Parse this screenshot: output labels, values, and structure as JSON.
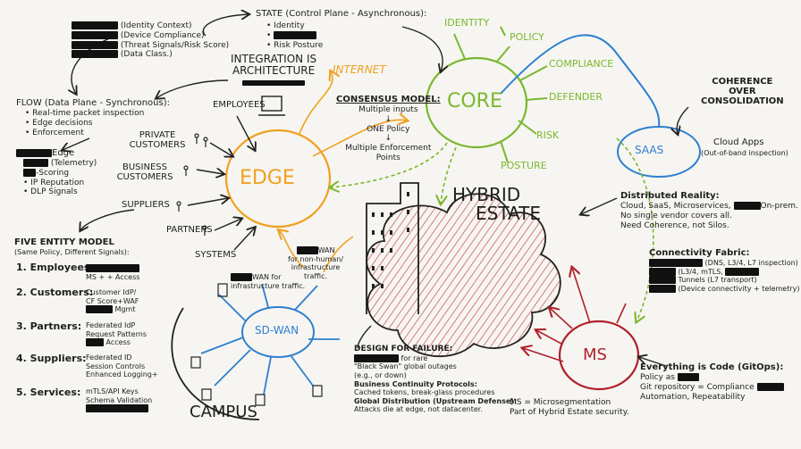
{
  "identity_items": [
    {
      "redacted": true,
      "text": "(Identity Context)"
    },
    {
      "redacted": true,
      "text": "(Device Compliance)"
    },
    {
      "redacted": true,
      "text": "(Threat Signals/Risk Score)"
    },
    {
      "redacted": true,
      "text": "(Data Class.)"
    }
  ],
  "state": {
    "title": "STATE (Control Plane - Asynchronous):",
    "items": [
      "• Identity",
      "•",
      "• Risk Posture"
    ]
  },
  "integration": {
    "line1": "INTEGRATION IS",
    "line2": "ARCHITECTURE"
  },
  "internet": "INTERNET",
  "flow": {
    "title": "FLOW (Data Plane - Synchronous):",
    "items": [
      "• Real-time packet inspection",
      "• Edge decisions",
      "• Enforcement"
    ]
  },
  "edge_signals": {
    "title_suffix": "Edge",
    "items": [
      "(Telemetry)",
      "-Scoring",
      "• IP Reputation",
      "• DLP Signals"
    ]
  },
  "entities": [
    "EMPLOYEES",
    "PRIVATE CUSTOMERS",
    "BUSINESS CUSTOMERS",
    "SUPPLIERS",
    "PARTNERS",
    "SYSTEMS"
  ],
  "edge": "EDGE",
  "core": "CORE",
  "consensus": {
    "title": "CONSENSUS MODEL:",
    "line1": "Multiple inputs",
    "line2": "ONE Policy",
    "line3": "Multiple Enforcement",
    "line4": "Points"
  },
  "core_spokes": [
    "IDENTITY",
    "POLICY",
    "COMPLIANCE",
    "DEFENDER",
    "RISK",
    "POSTURE"
  ],
  "coherence": {
    "line1": "COHERENCE",
    "line2": "OVER",
    "line3": "CONSOLIDATION"
  },
  "saas": {
    "label": "SAAS",
    "title": "Cloud Apps",
    "sub": "(Out-of-band inspection)"
  },
  "hybrid": {
    "line1": "HYBRID",
    "line2": "ESTATE"
  },
  "distributed": {
    "title": "Distributed Reality:",
    "line1a": "Cloud, SaaS, Microservices,",
    "line1b": "On-prem.",
    "line2": "No single vendor covers all.",
    "line3": "Need Coherence, not Silos."
  },
  "five_entity": {
    "title": "FIVE ENTITY MODEL",
    "subtitle": "(Same Policy, Different Signals):",
    "rows": [
      {
        "label": "1. Employees:",
        "lines": [
          "",
          "MS + + Access"
        ]
      },
      {
        "label": "2. Customers:",
        "lines": [
          "Customer IdP/",
          "CF Score+WAF",
          "Mgmt"
        ]
      },
      {
        "label": "3. Partners:",
        "lines": [
          "Federated IdP",
          "Request Patterns",
          "Access"
        ]
      },
      {
        "label": "4. Suppliers:",
        "lines": [
          "Federated ID",
          "Session Controls",
          "Enhanced Logging+"
        ]
      },
      {
        "label": "5. Services:",
        "lines": [
          "mTLS/API Keys",
          "Schema Validation",
          ""
        ]
      }
    ]
  },
  "wan1": {
    "line1": "WAN",
    "line2": "for non-human/",
    "line3": "infrastructure",
    "line4": "traffic."
  },
  "wan2": {
    "line1": "WAN for",
    "line2": "infrastructure traffic."
  },
  "sdwan": "SD-WAN",
  "campus": "CAMPUS",
  "connectivity": {
    "title": "Connectivity Fabric:",
    "items": [
      "(DNS, L3/4, L7 inspection)",
      "(L3/4, mTLS,",
      "Tunnels (L7 transport)",
      "(Device connectivity + telemetry)"
    ]
  },
  "ms": "MS",
  "design_failure": {
    "title": "DESIGN FOR FAILURE:",
    "line1": "for rare",
    "line2": "\"Black Swan\" global outages",
    "line3": "(e.g., or down)",
    "bcp_title": "Business Continuity Protocols:",
    "bcp_line": "Cached tokens, break-glass procedures",
    "gd_title": "Global Distribution (Upstream Defense):",
    "gd_line": "Attacks die at edge, not datacenter."
  },
  "ms_def": {
    "line1": "MS = Microsegmentation",
    "line2": "Part of Hybrid Estate security."
  },
  "everything_code": {
    "title": "Everything is Code (GitOps):",
    "line1": "Policy as",
    "line2": "Git repository = Compliance",
    "line3": "Automation, Repeatability"
  },
  "colors": {
    "edge": "#f0a020",
    "core": "#7ab82e",
    "saas": "#2d7fd0",
    "sdwan": "#2d7fd0",
    "ms": "#b0202a",
    "hatch": "#c0303a"
  }
}
